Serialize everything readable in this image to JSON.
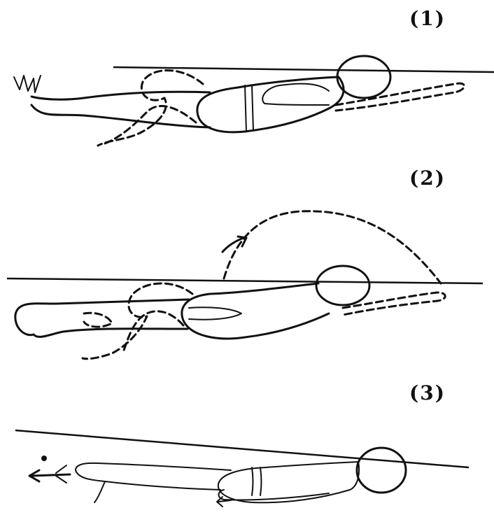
{
  "panels": [
    {
      "label": "(1)"
    },
    {
      "label": "(2)"
    },
    {
      "label": "(3)"
    }
  ]
}
